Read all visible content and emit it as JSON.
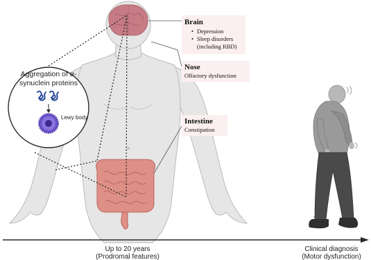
{
  "colors": {
    "skin": "#e6e6e6",
    "skin_outline": "#b9b9b9",
    "brain": "#c77b85",
    "intestine": "#de8f86",
    "label_box": "#fbeff0",
    "bubble_outline": "#2a2a2a",
    "lewy_body": "#6b52c8",
    "protein": "#2a4d9c",
    "shirt": "#9a9a9a",
    "pants": "#4a4a4a",
    "shoes": "#2f2f2f",
    "arrow": "#2a2a2a"
  },
  "icons": [
    "protein-aggregate-icon",
    "lewy-body-icon",
    "brain-icon",
    "intestine-icon"
  ],
  "bubble": {
    "title_line1": "Aggregation of α-",
    "title_line2": "synuclein proteins",
    "lewy_label": "Lewy body"
  },
  "labels": {
    "brain": {
      "title": "Brain",
      "items": [
        "Depression",
        "Sleep disorders",
        "(including RBD)"
      ]
    },
    "nose": {
      "title": "Nose",
      "desc": "Olfactory dysfunction"
    },
    "intestine": {
      "title": "Intestine",
      "desc": "Constipation"
    }
  },
  "timeline": {
    "start_line1": "Up to 20 years",
    "start_line2": "(Prodromal features)",
    "end_line1": "Clinical diagnosis",
    "end_line2": "(Motor dysfunction)"
  }
}
